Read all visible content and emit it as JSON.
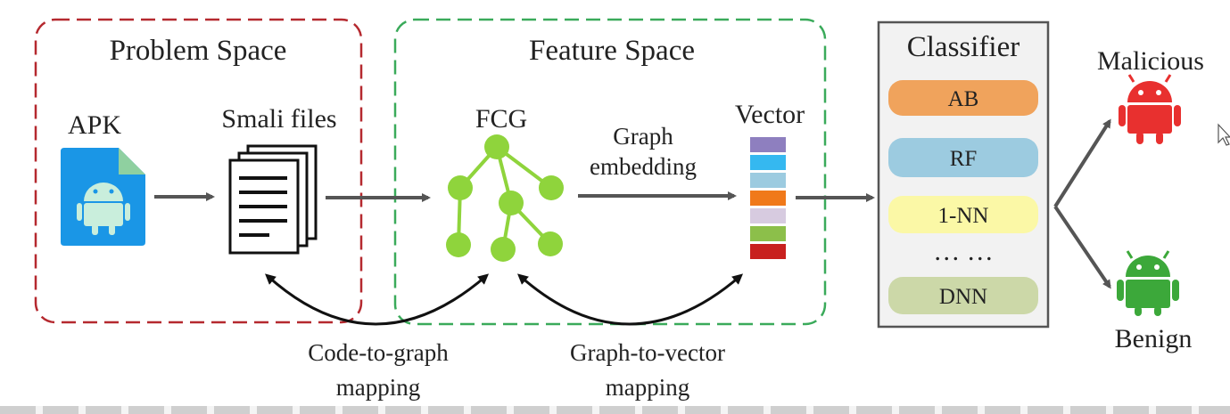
{
  "problem_space": {
    "title": "Problem Space",
    "apk_label": "APK",
    "smali_label": "Smali files"
  },
  "feature_space": {
    "title": "Feature Space",
    "fcg_label": "FCG",
    "vector_label": "Vector"
  },
  "arrows": {
    "graph_embedding_line1": "Graph",
    "graph_embedding_line2": "embedding"
  },
  "classifier": {
    "title": "Classifier",
    "items": [
      {
        "label": "AB",
        "color": "#f0a35c"
      },
      {
        "label": "RF",
        "color": "#9ccbe0"
      },
      {
        "label": "1-NN",
        "color": "#fbf8a6"
      },
      {
        "label": "DNN",
        "color": "#ccd8a8"
      }
    ],
    "ellipsis": "…  …"
  },
  "outputs": {
    "malicious": "Malicious",
    "benign": "Benign",
    "malicious_color": "#e8302f",
    "benign_color": "#3ca83a"
  },
  "mappings": {
    "code_to_graph_line1": "Code-to-graph",
    "code_to_graph_line2": "mapping",
    "graph_to_vector_line1": "Graph-to-vector",
    "graph_to_vector_line2": "mapping"
  },
  "vector_colors": [
    "#8e7fbf",
    "#35b8f0",
    "#9ccbe0",
    "#f0791a",
    "#d7cbe0",
    "#8cbf4a",
    "#c8201e"
  ]
}
